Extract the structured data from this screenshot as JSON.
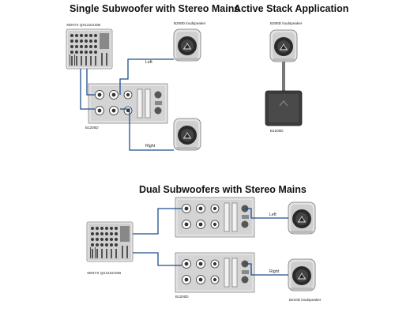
{
  "titles": {
    "single": "Single Subwoofer with Stereo Mains",
    "active": "Active Stack Application",
    "dual": "Dual Subwoofers with Stereo Mains"
  },
  "labels": {
    "mixer_top": "XENYX QX1222USB",
    "speaker_top1": "B208D loudspeaker",
    "sub_top": "B1200D",
    "left": "Left",
    "right": "Right",
    "speaker_active": "B208D loudspeaker",
    "sub_active": "B1200D",
    "left_bottom": "Left",
    "right_bottom": "Right",
    "mixer_bottom": "XENYX QX1222USB",
    "sub_bottom": "B1200D",
    "speaker_bottom": "B210D loudspeaker"
  },
  "colors": {
    "cable": "#1f4e8c",
    "panel": "#dcdcdc",
    "speaker_body": "#e3e3e3",
    "woofer": "#2a2a2a",
    "sub_cabinet": "#3c3c3c"
  }
}
